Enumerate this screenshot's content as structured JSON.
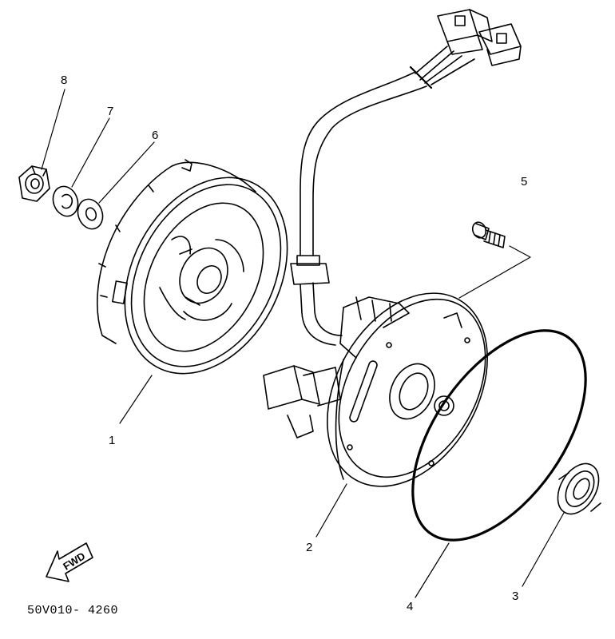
{
  "parts": [
    {
      "id": "part-1",
      "number": "1",
      "name": "rotor"
    },
    {
      "id": "part-2",
      "number": "2",
      "name": "stator-assembly"
    },
    {
      "id": "part-3",
      "number": "3",
      "name": "oil-seal"
    },
    {
      "id": "part-4",
      "number": "4",
      "name": "o-ring"
    },
    {
      "id": "part-5",
      "number": "5",
      "name": "screw"
    },
    {
      "id": "part-6",
      "number": "6",
      "name": "washer"
    },
    {
      "id": "part-7",
      "number": "7",
      "name": "lock-washer"
    },
    {
      "id": "part-8",
      "number": "8",
      "name": "nut"
    }
  ],
  "direction_label": "FWD",
  "drawing_code": "50V010- 4260",
  "colors": {
    "ink": "#000000",
    "paper": "#ffffff"
  }
}
